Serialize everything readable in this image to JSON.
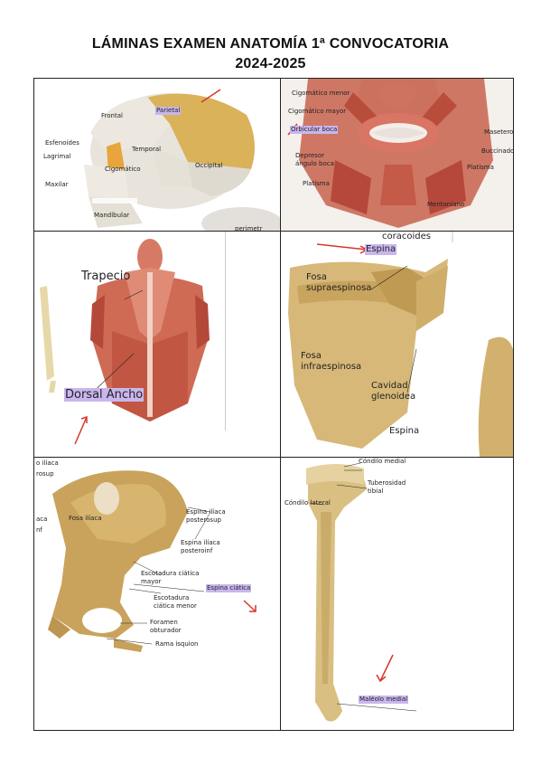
{
  "header": {
    "title_line1": "LÁMINAS EXAMEN ANATOMÍA 1ª CONVOCATORIA",
    "title_line2": "2024-2025"
  },
  "colors": {
    "highlight": "#c9b6ee",
    "arrow": "#d9342b",
    "bone": "#d9bf82",
    "muscle": "#c8614e"
  },
  "panels": {
    "skull": {
      "labels": [
        "Frontal",
        "Parietal",
        "Esfenoides",
        "Lagrimal",
        "Temporal",
        "Cigomático",
        "Occipital",
        "Maxilar",
        "Mandíbular"
      ],
      "highlighted": "Parietal",
      "extra": "perimetr"
    },
    "face": {
      "labels": [
        "Cigomático menor",
        "Cigomático mayor",
        "Orbicular boca",
        "Depresor ángulo boca",
        "Platisma",
        "Masetero",
        "Buccinador",
        "Platisma",
        "Mentoniano"
      ],
      "highlighted": "Orbicular boca"
    },
    "back": {
      "labels": [
        "Trapecio",
        "Dorsal Ancho"
      ],
      "highlighted": "Dorsal Ancho"
    },
    "scapula": {
      "labels": [
        "coracoides",
        "Espina",
        "Fosa supraespinosa",
        "Fosa infraespinosa",
        "Cavidad glenoidea",
        "Espina"
      ],
      "highlighted": "Espina"
    },
    "hip": {
      "labels": [
        "o ilíaca",
        "rosup",
        "Fosa ilíaca",
        "aca",
        "nf",
        "Espina ilíaca posterosup",
        "Espina ilíaca posteroinf",
        "Escotadura ciática mayor",
        "Espina ciática",
        "Escotadura ciática menor",
        "Foramen obturador",
        "Rama isquion"
      ],
      "highlighted": "Espina ciática"
    },
    "tibia": {
      "labels": [
        "Cóndilo medial",
        "Cóndilo lateral",
        "Tuberosidad tibial",
        "Maléolo medial"
      ],
      "highlighted": "Maléolo medial"
    }
  }
}
